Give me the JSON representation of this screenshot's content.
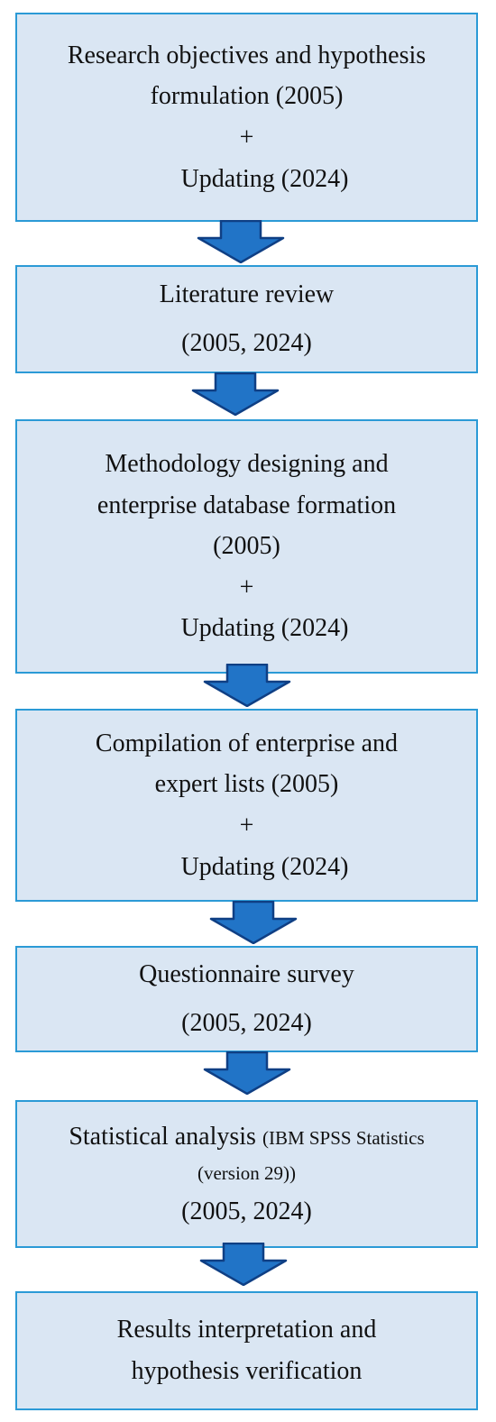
{
  "steps": [
    {
      "line1": "Research objectives and hypothesis",
      "line2": "formulation (2005)",
      "plus": "+",
      "update": "Updating (2024)"
    },
    {
      "line1": "Literature review",
      "years": "(2005, 2024)"
    },
    {
      "line1": "Methodology designing and",
      "line2": "enterprise database formation",
      "year": "(2005)",
      "plus": "+",
      "update": "Updating (2024)"
    },
    {
      "line1": "Compilation of enterprise and",
      "line2": "expert lists (2005)",
      "plus": "+",
      "update": "Updating (2024)"
    },
    {
      "line1": "Questionnaire survey",
      "years": "(2005, 2024)"
    },
    {
      "line1": "Statistical analysis",
      "note1": "(IBM SPSS Statistics",
      "note2": "(version 29))",
      "years": "(2005, 2024)"
    },
    {
      "line1": "Results interpretation and",
      "line2": "hypothesis verification"
    }
  ],
  "colors": {
    "box_fill": "#dae6f3",
    "box_border": "#2b9ad6",
    "arrow_fill": "#2174c7",
    "arrow_stroke": "#0f3f84"
  }
}
